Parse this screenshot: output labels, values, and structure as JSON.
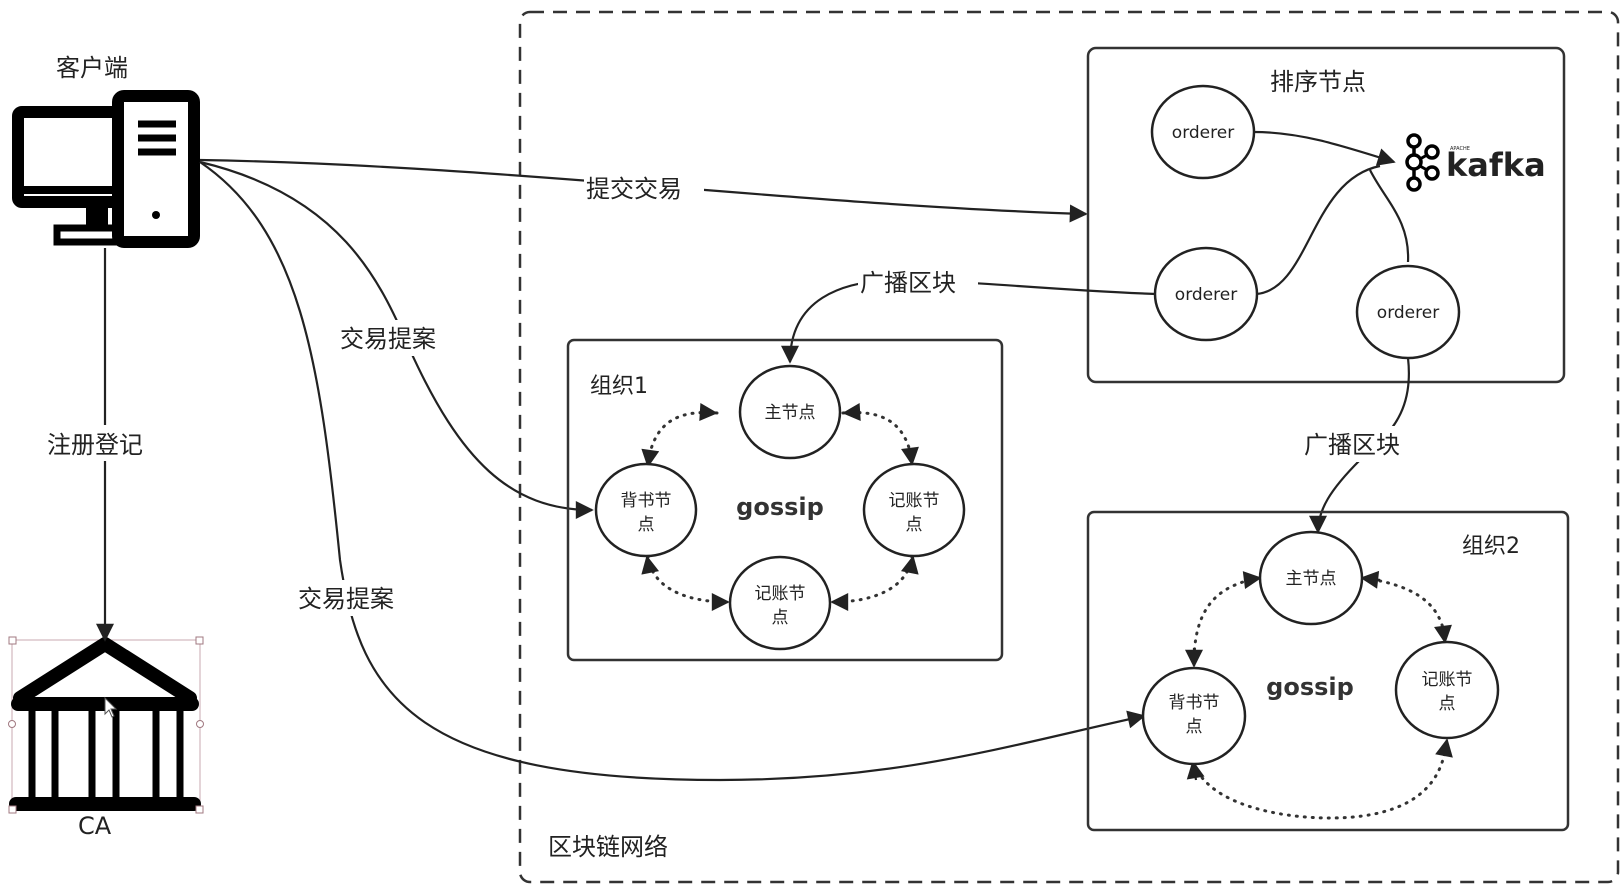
{
  "client": {
    "label": "客户端",
    "icon": "desktop-computer-icon"
  },
  "ca": {
    "label": "CA",
    "icon": "bank-building-icon"
  },
  "edges": {
    "register": "注册登记",
    "submit_tx": "提交交易",
    "proposal_1": "交易提案",
    "proposal_2": "交易提案",
    "broadcast_1": "广播区块",
    "broadcast_2": "广播区块"
  },
  "network": {
    "label": "区块链网络"
  },
  "ordering": {
    "title": "排序节点",
    "nodes": [
      "orderer",
      "orderer",
      "orderer"
    ],
    "kafka": {
      "apache": "APACHE",
      "name": "kafka"
    }
  },
  "org1": {
    "title": "组织1",
    "center": "gossip",
    "nodes": {
      "leader": "主节点",
      "endorser": [
        "背书节",
        "点"
      ],
      "committer_right": [
        "记账节",
        "点"
      ],
      "committer_bottom": [
        "记账节",
        "点"
      ]
    }
  },
  "org2": {
    "title": "组织2",
    "center": "gossip",
    "nodes": {
      "leader": "主节点",
      "endorser": [
        "背书节",
        "点"
      ],
      "committer_right": [
        "记账节",
        "点"
      ]
    }
  }
}
